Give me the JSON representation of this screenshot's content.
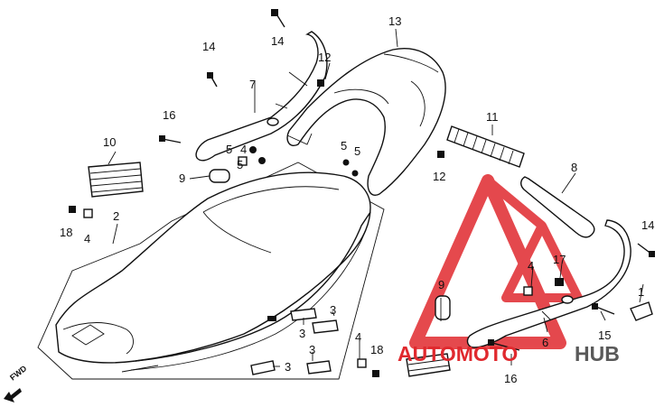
{
  "callouts": {
    "c1": "1",
    "c2": "2",
    "c3a": "3",
    "c3b": "3",
    "c3c": "3",
    "c3d": "3",
    "c4a": "4",
    "c4b": "4",
    "c4c": "4",
    "c4d": "4",
    "c5a": "5",
    "c5b": "5",
    "c5c": "5",
    "c5d": "5",
    "c6": "6",
    "c7": "7",
    "c8": "8",
    "c9a": "9",
    "c9b": "9",
    "c10": "10",
    "c11": "11",
    "c12a": "12",
    "c12b": "12",
    "c13": "13",
    "c14a": "14",
    "c14b": "14",
    "c14c": "14",
    "c15": "15",
    "c16a": "16",
    "c16b": "16",
    "c17": "17",
    "c18a": "18",
    "c18b": "18"
  },
  "fwd_label": "FWD",
  "watermark": {
    "part1": "AUTOMOTO",
    "part2": "HUB",
    "color_primary": "#e0292e",
    "color_secondary": "#5a5a5a",
    "logo": "red-triangle-logo"
  }
}
